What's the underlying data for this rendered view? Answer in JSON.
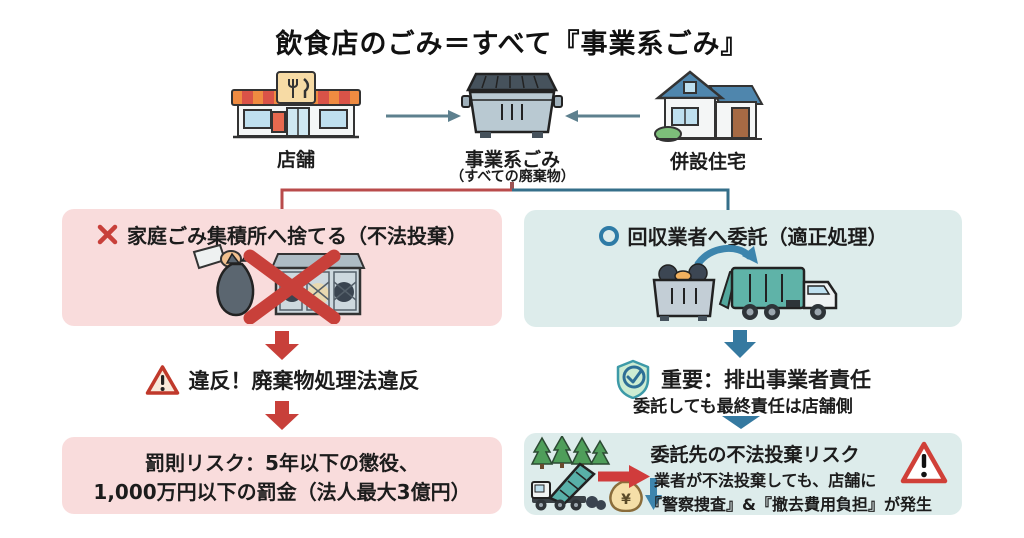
{
  "title": "飲食店のごみ＝すべて『事業系ごみ』",
  "top_flow": {
    "store_label": "店舗",
    "center_label": "事業系ごみ",
    "center_sublabel": "（すべての廃棄物）",
    "house_label": "併設住宅"
  },
  "left_branch": {
    "header_mark": "✕",
    "header": "家庭ごみ集積所へ捨てる（不法投棄）",
    "violation": "違反！廃棄物処理法違反",
    "penalty_line1": "罰則リスク：5年以下の懲役、",
    "penalty_line2": "1,000万円以下の罰金（法人最大3億円）"
  },
  "right_branch": {
    "header_mark": "○",
    "header": "回収業者へ委託（適正処理）",
    "important": "重要：排出事業者責任",
    "important_sub": "委託しても最終責任は店舗側",
    "risk_title": "委託先の不法投棄リスク",
    "risk_line1": "業者が不法投棄しても、店舗に",
    "risk_line2": "『警察捜査』&『撤去費用負担』が発生"
  },
  "icons": {
    "store": "storefront-icon",
    "dumpster": "dumpster-icon",
    "house": "house-icon",
    "illegal_dump": "hand-trashbag-x-cage-icon",
    "proper_disposal": "dumpster-to-garbage-truck-icon",
    "warning_small": "warning-triangle-icon",
    "shield": "shield-check-icon",
    "forest_dumping": "forest-dumptruck-moneybag-icon",
    "warning_big": "warning-triangle-icon"
  },
  "colors": {
    "pink_bg": "#f9dcdc",
    "teal_bg": "#ddeceb",
    "red_accent": "#c8403a",
    "red_connector": "#b94b4b",
    "teal_accent": "#3579a0",
    "teal_connector": "#356f8a",
    "gray_arrow": "#5d808e"
  }
}
